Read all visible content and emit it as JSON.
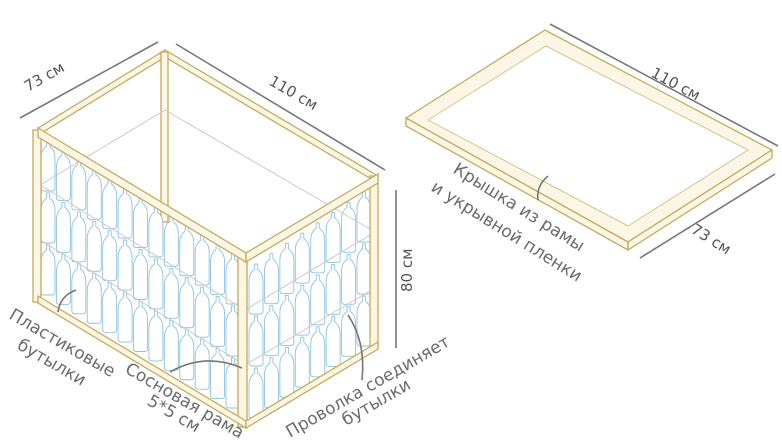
{
  "box": {
    "width_label": "73 см",
    "length_label": "110 см",
    "height_label": "80 см"
  },
  "lid": {
    "length_label": "110 см",
    "width_label": "73 см",
    "caption_line1": "Крышка из рамы",
    "caption_line2": "и укрывной пленки"
  },
  "annotations": {
    "bottles_line1": "Пластиковые",
    "bottles_line2": "бутылки",
    "frame_line1": "Сосновая рама",
    "frame_line2": "5*5 см",
    "wire_line1": "Проволка соединяет",
    "wire_line2": "бутылки"
  },
  "colors": {
    "frame": "#c9a95a",
    "bottle": "#8ec3df",
    "text": "#6b6b6b"
  }
}
